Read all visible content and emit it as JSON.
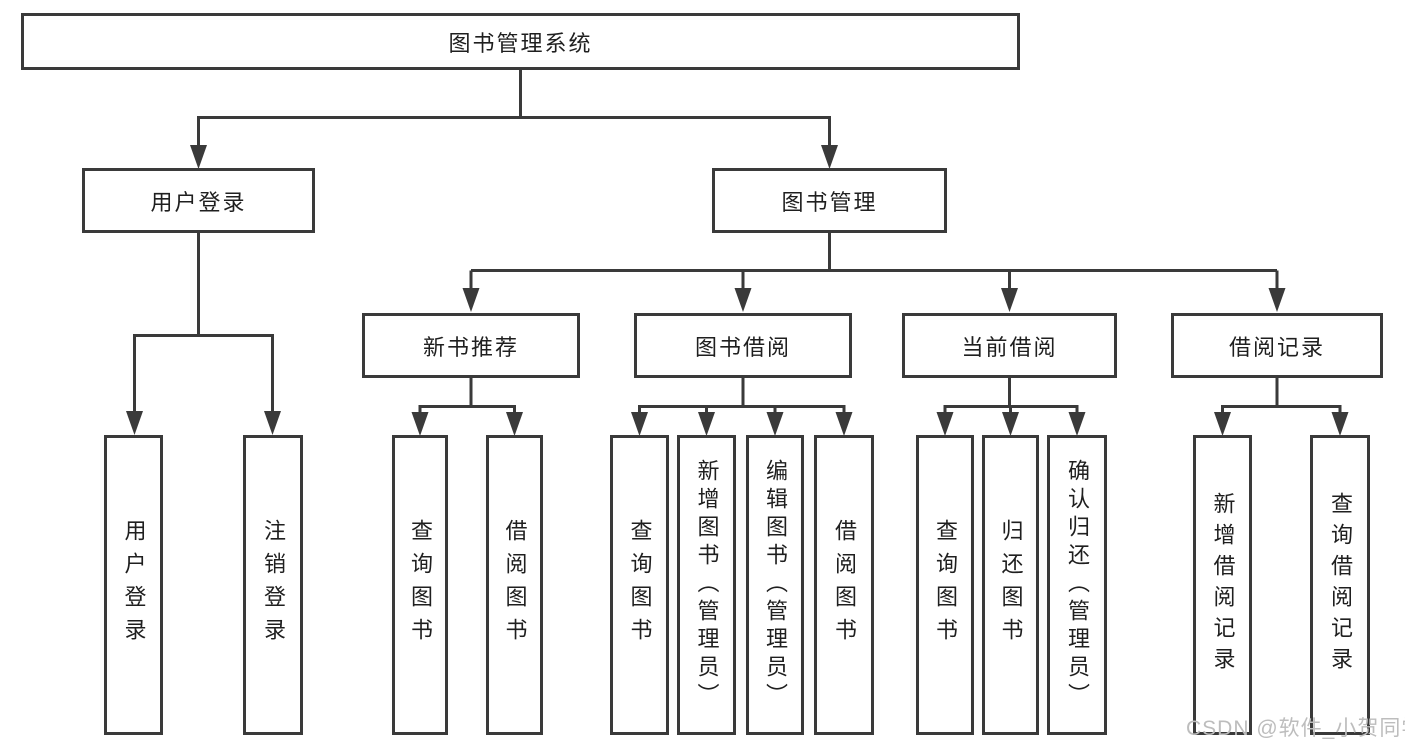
{
  "tree": {
    "label": "图书管理系统",
    "children": [
      {
        "label": "用户登录",
        "children": [
          {
            "label": "用户登录"
          },
          {
            "label": "注销登录"
          }
        ]
      },
      {
        "label": "图书管理",
        "children": [
          {
            "label": "新书推荐",
            "children": [
              {
                "label": "查询图书"
              },
              {
                "label": "借阅图书"
              }
            ]
          },
          {
            "label": "图书借阅",
            "children": [
              {
                "label": "查询图书"
              },
              {
                "label": "新增图书（管理员）"
              },
              {
                "label": "编辑图书（管理员）"
              },
              {
                "label": "借阅图书"
              }
            ]
          },
          {
            "label": "当前借阅",
            "children": [
              {
                "label": "查询图书"
              },
              {
                "label": "归还图书"
              },
              {
                "label": "确认归还（管理员）"
              }
            ]
          },
          {
            "label": "借阅记录",
            "children": [
              {
                "label": "新增借阅记录"
              },
              {
                "label": "查询借阅记录"
              }
            ]
          }
        ]
      }
    ]
  },
  "watermark": "CSDN @软件_小贺同学",
  "colors": {
    "line": "#3a3a3a",
    "text": "#1f1f1f",
    "background": "#ffffff",
    "watermark": "#bdbdbd"
  }
}
